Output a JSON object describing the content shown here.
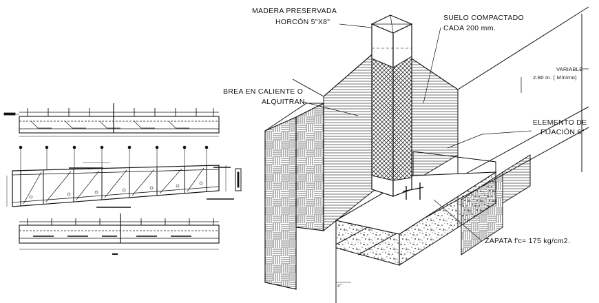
{
  "labels": {
    "madera_line1": "MADERA PRESERVADA",
    "madera_line2": "HORCÓN 5\"X8\"",
    "suelo_line1": "SUELO COMPACTADO",
    "suelo_line2": "CADA 200 mm.",
    "variable_line1": "VARIABLE",
    "variable_line2": "2.80 m. ( Mínimo)",
    "brea_line1": "BREA EN CALIENTE O",
    "brea_line2": "ALQUITRAN",
    "elemento_line1": "ELEMENTO DE",
    "elemento_line2": "FIJACIÓN 6\"",
    "zapata": "ZAPATA f'c= 175 kg/cm2.",
    "dim_4": "4\""
  },
  "colors": {
    "line": "#111111",
    "background": "#ffffff"
  }
}
